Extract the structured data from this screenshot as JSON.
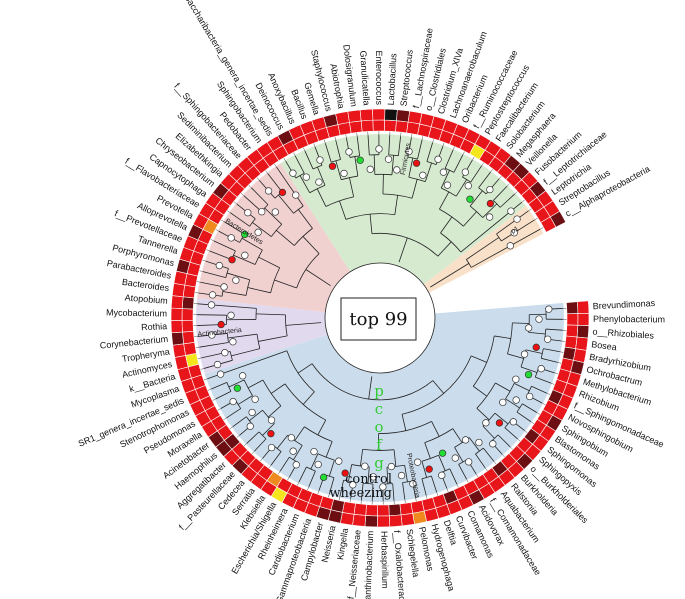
{
  "title": "top 99",
  "ring_labels": [
    "control",
    "wheezing"
  ],
  "taxonomy_levels": [
    "p",
    "c",
    "o",
    "f",
    "g"
  ],
  "clades": [
    {
      "name": "Firmicutes",
      "color": "#cfe6c8"
    },
    {
      "name": "p1",
      "color": "#f8dcc0"
    },
    {
      "name": "Proteobacteria",
      "color": "#c2d7ea"
    },
    {
      "name": "Actinobacteria",
      "color": "#dcd4ec"
    },
    {
      "name": "Bacteroidetes",
      "color": "#efc8c8"
    }
  ],
  "heat_colors": {
    "red": "#e8161b",
    "dark": "#6d0f12",
    "orange": "#f08a1e",
    "yellow": "#f5e51c",
    "black": "#111111"
  },
  "marker_colors": {
    "red": "#ee1111",
    "green": "#22dd33"
  },
  "genera": [
    {
      "name": "Brevundimonas",
      "clade": 2,
      "inner": "dark",
      "outer": "red"
    },
    {
      "name": "Phenylobacterium",
      "clade": 2,
      "inner": "red",
      "outer": "red"
    },
    {
      "name": "o__Rhizobiales",
      "clade": 2,
      "inner": "red",
      "outer": "dark"
    },
    {
      "name": "Bosea",
      "clade": 2,
      "inner": "red",
      "outer": "red"
    },
    {
      "name": "Bradyrhizobium",
      "clade": 2,
      "inner": "dark",
      "outer": "red"
    },
    {
      "name": "Ochrobactrum",
      "clade": 2,
      "inner": "red",
      "outer": "dark"
    },
    {
      "name": "Methylobacterium",
      "clade": 2,
      "inner": "red",
      "outer": "red"
    },
    {
      "name": "Rhizobium",
      "clade": 2,
      "inner": "red",
      "outer": "red"
    },
    {
      "name": "f__Sphingomonadaceae",
      "clade": 2,
      "inner": "dark",
      "outer": "red"
    },
    {
      "name": "Novosphingobium",
      "clade": 2,
      "inner": "red",
      "outer": "red"
    },
    {
      "name": "Sphingobium",
      "clade": 2,
      "inner": "red",
      "outer": "dark"
    },
    {
      "name": "Blastomonas",
      "clade": 2,
      "inner": "red",
      "outer": "red"
    },
    {
      "name": "Sphingomonas",
      "clade": 2,
      "inner": "dark",
      "outer": "red"
    },
    {
      "name": "Sphingopyxis",
      "clade": 2,
      "inner": "red",
      "outer": "red"
    },
    {
      "name": "o__Burkholderiales",
      "clade": 2,
      "inner": "red",
      "outer": "dark"
    },
    {
      "name": "Burkholderia",
      "clade": 2,
      "inner": "red",
      "outer": "red"
    },
    {
      "name": "Ralstonia",
      "clade": 2,
      "inner": "dark",
      "outer": "red"
    },
    {
      "name": "Aquabacterium",
      "clade": 2,
      "inner": "red",
      "outer": "red"
    },
    {
      "name": "f__Comamonadaceae",
      "clade": 2,
      "inner": "red",
      "outer": "red"
    },
    {
      "name": "Acidovorax",
      "clade": 2,
      "inner": "red",
      "outer": "dark"
    },
    {
      "name": "Comamonas",
      "clade": 2,
      "inner": "red",
      "outer": "red"
    },
    {
      "name": "Curvibacter",
      "clade": 2,
      "inner": "dark",
      "outer": "red"
    },
    {
      "name": "Delftia",
      "clade": 2,
      "inner": "red",
      "outer": "red"
    },
    {
      "name": "Hydrogenophaga",
      "clade": 2,
      "inner": "red",
      "outer": "red"
    },
    {
      "name": "Pelomonas",
      "clade": 2,
      "inner": "red",
      "outer": "orange"
    },
    {
      "name": "Schlegelella",
      "clade": 2,
      "inner": "red",
      "outer": "red"
    },
    {
      "name": "f__Oxalobacteraceae",
      "clade": 2,
      "inner": "dark",
      "outer": "red"
    },
    {
      "name": "Herbaspirillum",
      "clade": 2,
      "inner": "red",
      "outer": "red"
    },
    {
      "name": "Janthinobacterium",
      "clade": 2,
      "inner": "red",
      "outer": "dark"
    },
    {
      "name": "f__Neisseriaceae",
      "clade": 2,
      "inner": "red",
      "outer": "red"
    },
    {
      "name": "Kingella",
      "clade": 2,
      "inner": "red",
      "outer": "red"
    },
    {
      "name": "Neisseria",
      "clade": 2,
      "inner": "dark",
      "outer": "dark"
    },
    {
      "name": "Campylobacter",
      "clade": 2,
      "inner": "red",
      "outer": "dark"
    },
    {
      "name": "c__Gammaproteobacteria",
      "clade": 2,
      "inner": "red",
      "outer": "red"
    },
    {
      "name": "Cardiobacterium",
      "clade": 2,
      "inner": "red",
      "outer": "red"
    },
    {
      "name": "Rheinheimera",
      "clade": 2,
      "inner": "red",
      "outer": "red"
    },
    {
      "name": "Escherichia/Shigella",
      "clade": 2,
      "inner": "red",
      "outer": "yellow"
    },
    {
      "name": "Klebsiella",
      "clade": 2,
      "inner": "orange",
      "outer": "red"
    },
    {
      "name": "Serratia",
      "clade": 2,
      "inner": "red",
      "outer": "red"
    },
    {
      "name": "Cedecea",
      "clade": 2,
      "inner": "red",
      "outer": "red"
    },
    {
      "name": "f__Pasteurellaceae",
      "clade": 2,
      "inner": "red",
      "outer": "dark"
    },
    {
      "name": "Aggregatibacter",
      "clade": 2,
      "inner": "red",
      "outer": "red"
    },
    {
      "name": "Haemophilus",
      "clade": 2,
      "inner": "dark",
      "outer": "dark"
    },
    {
      "name": "Acinetobacter",
      "clade": 2,
      "inner": "red",
      "outer": "dark"
    },
    {
      "name": "Moraxella",
      "clade": 2,
      "inner": "red",
      "outer": "red"
    },
    {
      "name": "Pseudomonas",
      "clade": 2,
      "inner": "red",
      "outer": "red"
    },
    {
      "name": "Stenotrophomonas",
      "clade": 2,
      "inner": "red",
      "outer": "red"
    },
    {
      "name": "SR1_genera_incertae_sedis",
      "clade": 2,
      "inner": "red",
      "outer": "red"
    },
    {
      "name": "Mycoplasma",
      "clade": 2,
      "inner": "red",
      "outer": "red"
    },
    {
      "name": "k__Bacteria",
      "clade": 3,
      "inner": "red",
      "outer": "red"
    },
    {
      "name": "Actinomyces",
      "clade": 3,
      "inner": "yellow",
      "outer": "red"
    },
    {
      "name": "Tropheryma",
      "clade": 3,
      "inner": "red",
      "outer": "red"
    },
    {
      "name": "Corynebacterium",
      "clade": 3,
      "inner": "red",
      "outer": "dark"
    },
    {
      "name": "Rothia",
      "clade": 3,
      "inner": "red",
      "outer": "red"
    },
    {
      "name": "Mycobacterium",
      "clade": 3,
      "inner": "red",
      "outer": "red"
    },
    {
      "name": "Atopobium",
      "clade": 3,
      "inner": "dark",
      "outer": "red"
    },
    {
      "name": "Bacteroides",
      "clade": 4,
      "inner": "red",
      "outer": "red"
    },
    {
      "name": "Parabacteroides",
      "clade": 4,
      "inner": "red",
      "outer": "red"
    },
    {
      "name": "Porphyromonas",
      "clade": 4,
      "inner": "red",
      "outer": "dark"
    },
    {
      "name": "Tannerella",
      "clade": 4,
      "inner": "red",
      "outer": "red"
    },
    {
      "name": "f__Prevotellaceae",
      "clade": 4,
      "inner": "red",
      "outer": "red"
    },
    {
      "name": "Alloprevotella",
      "clade": 4,
      "inner": "red",
      "outer": "dark"
    },
    {
      "name": "Prevotella",
      "clade": 4,
      "inner": "orange",
      "outer": "red"
    },
    {
      "name": "f__Flavobacteriaceae",
      "clade": 4,
      "inner": "red",
      "outer": "red"
    },
    {
      "name": "Capnocytophaga",
      "clade": 4,
      "inner": "red",
      "outer": "red"
    },
    {
      "name": "Chryseobacterium",
      "clade": 4,
      "inner": "red",
      "outer": "dark"
    },
    {
      "name": "Elizabethkingia",
      "clade": 4,
      "inner": "red",
      "outer": "red"
    },
    {
      "name": "Sediminibacterium",
      "clade": 4,
      "inner": "red",
      "outer": "red"
    },
    {
      "name": "f__Sphingobacteriaceae",
      "clade": 4,
      "inner": "red",
      "outer": "red"
    },
    {
      "name": "Pedobacter",
      "clade": 4,
      "inner": "red",
      "outer": "red"
    },
    {
      "name": "Sphingobacterium",
      "clade": 4,
      "inner": "red",
      "outer": "red"
    },
    {
      "name": "Saccharibacteria_genera_incertae_sedis",
      "clade": 0,
      "inner": "red",
      "outer": "red"
    },
    {
      "name": "Deinococcus",
      "clade": 0,
      "inner": "red",
      "outer": "dark"
    },
    {
      "name": "Anoxybacillus",
      "clade": 0,
      "inner": "red",
      "outer": "red"
    },
    {
      "name": "Bacillus",
      "clade": 0,
      "inner": "red",
      "outer": "red"
    },
    {
      "name": "Gemella",
      "clade": 0,
      "inner": "red",
      "outer": "red"
    },
    {
      "name": "Staphylococcus",
      "clade": 0,
      "inner": "red",
      "outer": "dark"
    },
    {
      "name": "Abiotrophia",
      "clade": 0,
      "inner": "red",
      "outer": "red"
    },
    {
      "name": "Dolosigranulum",
      "clade": 0,
      "inner": "red",
      "outer": "red"
    },
    {
      "name": "Granulicatella",
      "clade": 0,
      "inner": "red",
      "outer": "red"
    },
    {
      "name": "Enterococcus",
      "clade": 0,
      "inner": "red",
      "outer": "red"
    },
    {
      "name": "Lactobacillus",
      "clade": 0,
      "inner": "red",
      "outer": "black"
    },
    {
      "name": "Streptococcus",
      "clade": 0,
      "inner": "red",
      "outer": "dark"
    },
    {
      "name": "f__Lachnospiraceae",
      "clade": 0,
      "inner": "red",
      "outer": "red"
    },
    {
      "name": "o__Clostridiales",
      "clade": 0,
      "inner": "red",
      "outer": "red"
    },
    {
      "name": "Clostridium_XlVa",
      "clade": 0,
      "inner": "red",
      "outer": "red"
    },
    {
      "name": "Lachnoanaerobaculum",
      "clade": 0,
      "inner": "red",
      "outer": "red"
    },
    {
      "name": "Oribacterium",
      "clade": 0,
      "inner": "red",
      "outer": "red"
    },
    {
      "name": "f__Ruminococcaceae",
      "clade": 0,
      "inner": "red",
      "outer": "red"
    },
    {
      "name": "Peptostreptococcus",
      "clade": 0,
      "inner": "yellow",
      "outer": "red"
    },
    {
      "name": "Faecalibacterium",
      "clade": 0,
      "inner": "red",
      "outer": "red"
    },
    {
      "name": "Solobacterium",
      "clade": 0,
      "inner": "red",
      "outer": "red"
    },
    {
      "name": "Megasphaera",
      "clade": 0,
      "inner": "red",
      "outer": "dark"
    },
    {
      "name": "Veillonella",
      "clade": 0,
      "inner": "red",
      "outer": "dark"
    },
    {
      "name": "Fusobacterium",
      "clade": 0,
      "inner": "red",
      "outer": "red"
    },
    {
      "name": "f__Leptotrichiaceae",
      "clade": 0,
      "inner": "red",
      "outer": "dark"
    },
    {
      "name": "Leptotrichia",
      "clade": 1,
      "inner": "red",
      "outer": "red"
    },
    {
      "name": "Streptobacillus",
      "clade": 1,
      "inner": "red",
      "outer": "red"
    },
    {
      "name": "c__Alphaproteobacteria",
      "clade": 1,
      "inner": "red",
      "outer": "dark"
    }
  ]
}
